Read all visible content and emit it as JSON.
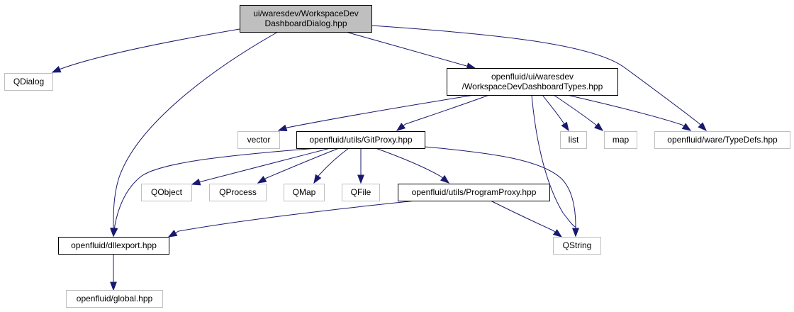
{
  "graph": {
    "nodes": [
      {
        "id": "root",
        "style": "root",
        "lines": [
          "ui/waresdev/WorkspaceDev",
          "DashboardDialog.hpp"
        ]
      },
      {
        "id": "qdialog",
        "style": "gray",
        "lines": [
          "QDialog"
        ]
      },
      {
        "id": "types",
        "style": "normal",
        "lines": [
          "openfluid/ui/waresdev",
          "/WorkspaceDevDashboardTypes.hpp"
        ]
      },
      {
        "id": "vector",
        "style": "gray",
        "lines": [
          "vector"
        ]
      },
      {
        "id": "gitproxy",
        "style": "normal",
        "lines": [
          "openfluid/utils/GitProxy.hpp"
        ]
      },
      {
        "id": "list",
        "style": "gray",
        "lines": [
          "list"
        ]
      },
      {
        "id": "map",
        "style": "gray",
        "lines": [
          "map"
        ]
      },
      {
        "id": "typedefs",
        "style": "gray",
        "lines": [
          "openfluid/ware/TypeDefs.hpp"
        ]
      },
      {
        "id": "qobject",
        "style": "gray",
        "lines": [
          "QObject"
        ]
      },
      {
        "id": "qprocess",
        "style": "gray",
        "lines": [
          "QProcess"
        ]
      },
      {
        "id": "qmap",
        "style": "gray",
        "lines": [
          "QMap"
        ]
      },
      {
        "id": "qfile",
        "style": "gray",
        "lines": [
          "QFile"
        ]
      },
      {
        "id": "programproxy",
        "style": "normal",
        "lines": [
          "openfluid/utils/ProgramProxy.hpp"
        ]
      },
      {
        "id": "dllexport",
        "style": "normal",
        "lines": [
          "openfluid/dllexport.hpp"
        ]
      },
      {
        "id": "qstring",
        "style": "gray",
        "lines": [
          "QString"
        ]
      },
      {
        "id": "global",
        "style": "gray",
        "lines": [
          "openfluid/global.hpp"
        ]
      }
    ],
    "edges": [
      {
        "from": "root",
        "to": "qdialog"
      },
      {
        "from": "root",
        "to": "dllexport"
      },
      {
        "from": "root",
        "to": "types"
      },
      {
        "from": "root",
        "to": "typedefs"
      },
      {
        "from": "types",
        "to": "vector"
      },
      {
        "from": "types",
        "to": "gitproxy"
      },
      {
        "from": "types",
        "to": "list"
      },
      {
        "from": "types",
        "to": "map"
      },
      {
        "from": "types",
        "to": "typedefs"
      },
      {
        "from": "types",
        "to": "qstring"
      },
      {
        "from": "gitproxy",
        "to": "dllexport"
      },
      {
        "from": "gitproxy",
        "to": "qobject"
      },
      {
        "from": "gitproxy",
        "to": "qprocess"
      },
      {
        "from": "gitproxy",
        "to": "qmap"
      },
      {
        "from": "gitproxy",
        "to": "qfile"
      },
      {
        "from": "gitproxy",
        "to": "programproxy"
      },
      {
        "from": "gitproxy",
        "to": "qstring"
      },
      {
        "from": "programproxy",
        "to": "dllexport"
      },
      {
        "from": "programproxy",
        "to": "qstring"
      },
      {
        "from": "dllexport",
        "to": "global"
      }
    ]
  }
}
